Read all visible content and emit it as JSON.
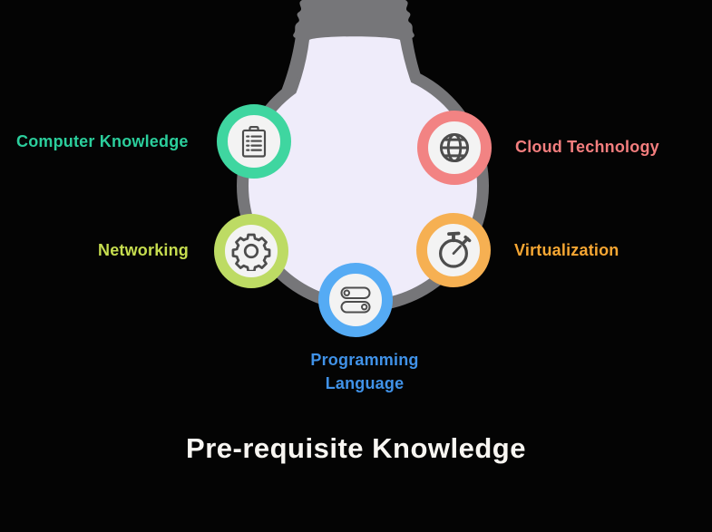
{
  "background_color": "#040404",
  "bulb": {
    "outline_color": "#767679",
    "glass_color": "#EFECFA",
    "shape": "inverted-light-bulb"
  },
  "badge_inner_color": "#F3F3F3",
  "icon_stroke_color": "#4D4D4D",
  "title": {
    "text": "Pre-requisite Knowledge",
    "color": "#F8F6F2"
  },
  "items": [
    {
      "id": "computer-knowledge",
      "label": "Computer Knowledge",
      "icon": "clipboard-icon",
      "color": "#3FD6A0",
      "text_color": "#2BCE9C",
      "position": "top-left"
    },
    {
      "id": "cloud-technology",
      "label": "Cloud Technology",
      "icon": "globe-icon",
      "color": "#F28383",
      "text_color": "#F47E7E",
      "position": "top-right"
    },
    {
      "id": "networking",
      "label": "Networking",
      "icon": "gear-icon",
      "color": "#BDDB64",
      "text_color": "#C6DD4F",
      "position": "middle-left"
    },
    {
      "id": "virtualization",
      "label": "Virtualization",
      "icon": "stopwatch-icon",
      "color": "#F6B052",
      "text_color": "#F7A733",
      "position": "middle-right"
    },
    {
      "id": "programming-language",
      "label": "Programming Language",
      "label_lines": [
        "Programming",
        "Language"
      ],
      "icon": "toggles-icon",
      "color": "#55ABF4",
      "text_color": "#4092E8",
      "position": "bottom-center"
    }
  ]
}
